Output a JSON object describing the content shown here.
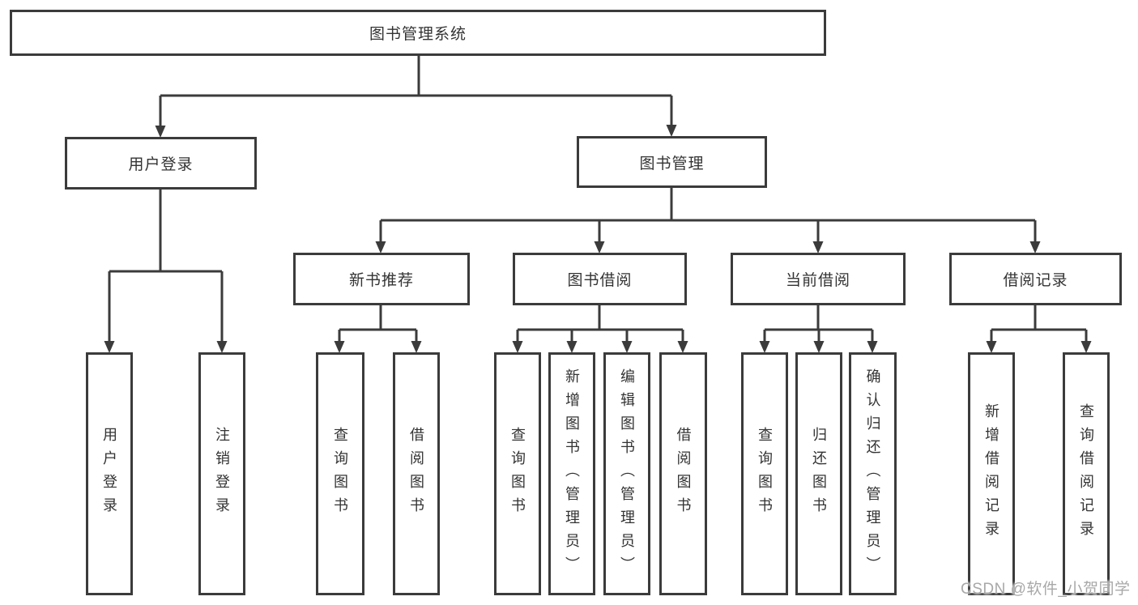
{
  "colors": {
    "line": "#3b3b3b",
    "text": "#333333",
    "background": "#ffffff",
    "watermark": "#a8a8a8"
  },
  "watermark": {
    "text": "CSDN @软件_小贺同学"
  },
  "diagram": {
    "type": "tree",
    "root": {
      "label": "图书管理系统",
      "children": [
        {
          "label": "用户登录",
          "children": [
            {
              "label": "用户登录"
            },
            {
              "label": "注销登录"
            }
          ]
        },
        {
          "label": "图书管理",
          "children": [
            {
              "label": "新书推荐",
              "children": [
                {
                  "label": "查询图书"
                },
                {
                  "label": "借阅图书"
                }
              ]
            },
            {
              "label": "图书借阅",
              "children": [
                {
                  "label": "查询图书"
                },
                {
                  "label": "新增图书（管理员）"
                },
                {
                  "label": "编辑图书（管理员）"
                },
                {
                  "label": "借阅图书"
                }
              ]
            },
            {
              "label": "当前借阅",
              "children": [
                {
                  "label": "查询图书"
                },
                {
                  "label": "归还图书"
                },
                {
                  "label": "确认归还（管理员）"
                }
              ]
            },
            {
              "label": "借阅记录",
              "children": [
                {
                  "label": "新增借阅记录"
                },
                {
                  "label": "查询借阅记录"
                }
              ]
            }
          ]
        }
      ]
    }
  }
}
